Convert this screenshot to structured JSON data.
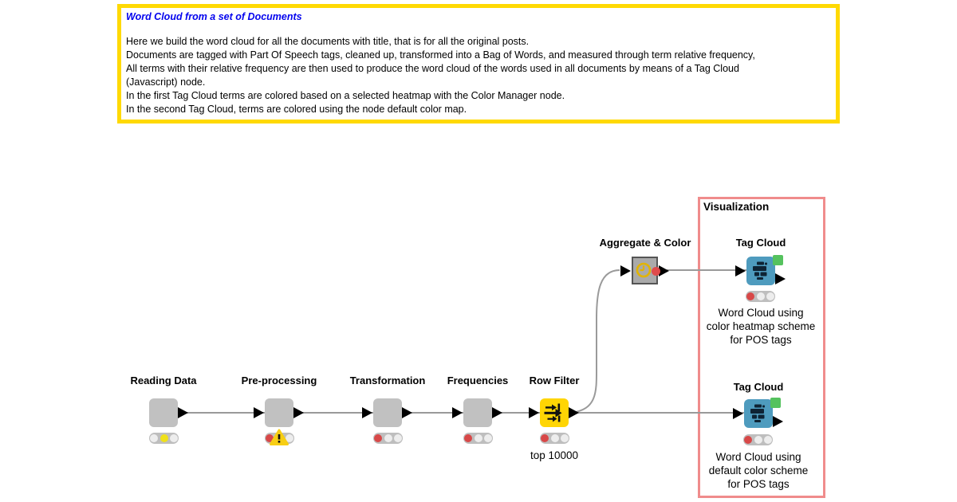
{
  "annotation": {
    "title": "Word Cloud from a set of Documents",
    "lines": [
      "Here we build the word cloud for all the documents with title, that is for all the original posts.",
      "Documents are tagged with Part Of Speech tags, cleaned up, transformed into a Bag of Words, and measured through term relative frequency,",
      "All terms with their relative frequency are then used to produce the word cloud of the words used in all documents by means of a Tag Cloud",
      "(Javascript) node.",
      "In the first Tag Cloud terms are colored based on a selected heatmap with the Color Manager node.",
      "In the second Tag Cloud, terms are colored using the node default color map."
    ]
  },
  "workflow": {
    "group_label": "Visualization",
    "nodes": {
      "reading_data": {
        "label": "Reading Data"
      },
      "pre_processing": {
        "label": "Pre-processing"
      },
      "transformation": {
        "label": "Transformation"
      },
      "frequencies": {
        "label": "Frequencies"
      },
      "row_filter": {
        "label": "Row Filter",
        "caption": "top 10000"
      },
      "aggregate": {
        "label": "Aggregate & Color"
      },
      "tag_cloud_1": {
        "label": "Tag Cloud",
        "caption_lines": [
          "Word Cloud using",
          "color heatmap scheme",
          "for POS tags"
        ]
      },
      "tag_cloud_2": {
        "label": "Tag Cloud",
        "caption_lines": [
          "Word Cloud using",
          "default color scheme",
          "for POS tags"
        ]
      }
    }
  },
  "colors": {
    "annotation_border": "#FFD903",
    "annotation_title": "#0303EE",
    "group_border": "#F08C8C",
    "node_gray": "#C1C1C1",
    "node_yellow": "#FFD504",
    "node_blue": "#4E9BBE",
    "view_port_green": "#55C25E",
    "status_red": "#D84848",
    "status_yellow": "#F0E11A",
    "wire": "#9A9A9A"
  }
}
